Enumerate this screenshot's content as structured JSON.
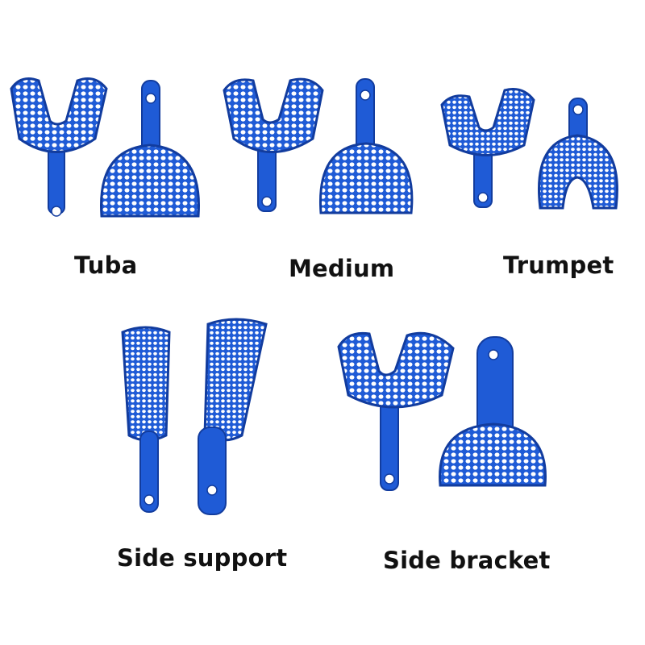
{
  "colors": {
    "tray": "#1f5bd6",
    "tray_dark": "#123c9e",
    "tray_light": "#3e78ea",
    "background": "#ffffff",
    "text": "#111111"
  },
  "labels": {
    "tuba": "Tuba",
    "medium": "Medium",
    "trumpet": "Trumpet",
    "side_support": "Side support",
    "side_bracket": "Side bracket"
  }
}
